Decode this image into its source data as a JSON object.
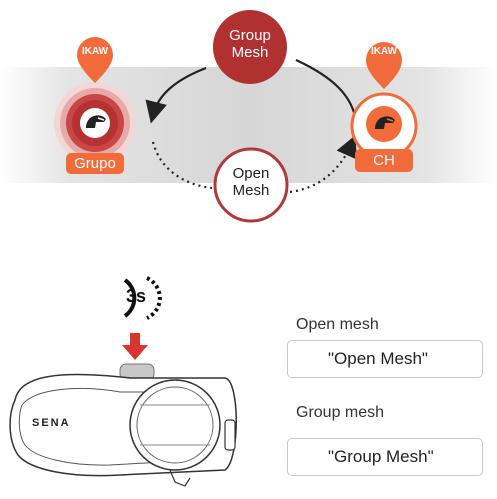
{
  "diagram": {
    "left_node": {
      "pin_label": "IKAW",
      "tag": "Grupo"
    },
    "right_node": {
      "pin_label": "IKAW",
      "tag": "CH"
    },
    "group_mesh_bubble": "Group\nMesh",
    "open_mesh_bubble": "Open\nMesh",
    "colors": {
      "accent": "#f26b3a",
      "group": "#b13131",
      "open_border": "#b03a3a",
      "band": "#d6d6d6"
    }
  },
  "device": {
    "timer": "3s",
    "brand": "SENA",
    "icons": [
      "timer-icon",
      "down-arrow-icon",
      "headset-device-icon",
      "helmet-icon",
      "speaker-icon"
    ]
  },
  "voice_prompts": [
    {
      "heading": "Open mesh",
      "prompt": "\"Open Mesh\""
    },
    {
      "heading": "Group mesh",
      "prompt": "\"Group Mesh\""
    }
  ]
}
